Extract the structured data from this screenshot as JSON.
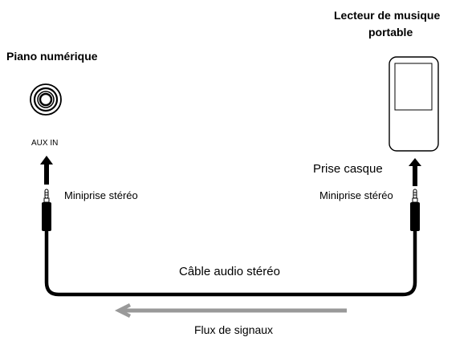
{
  "piano": {
    "title": "Piano numérique",
    "jack_label": "AUX IN"
  },
  "player": {
    "title_line1": "Lecteur de musique",
    "title_line2": "portable",
    "jack_label": "Prise casque"
  },
  "cable": {
    "left_plug_label": "Miniprise stéréo",
    "right_plug_label": "Miniprise stéréo",
    "label": "Câble audio stéréo"
  },
  "signal": {
    "label": "Flux de signaux"
  }
}
